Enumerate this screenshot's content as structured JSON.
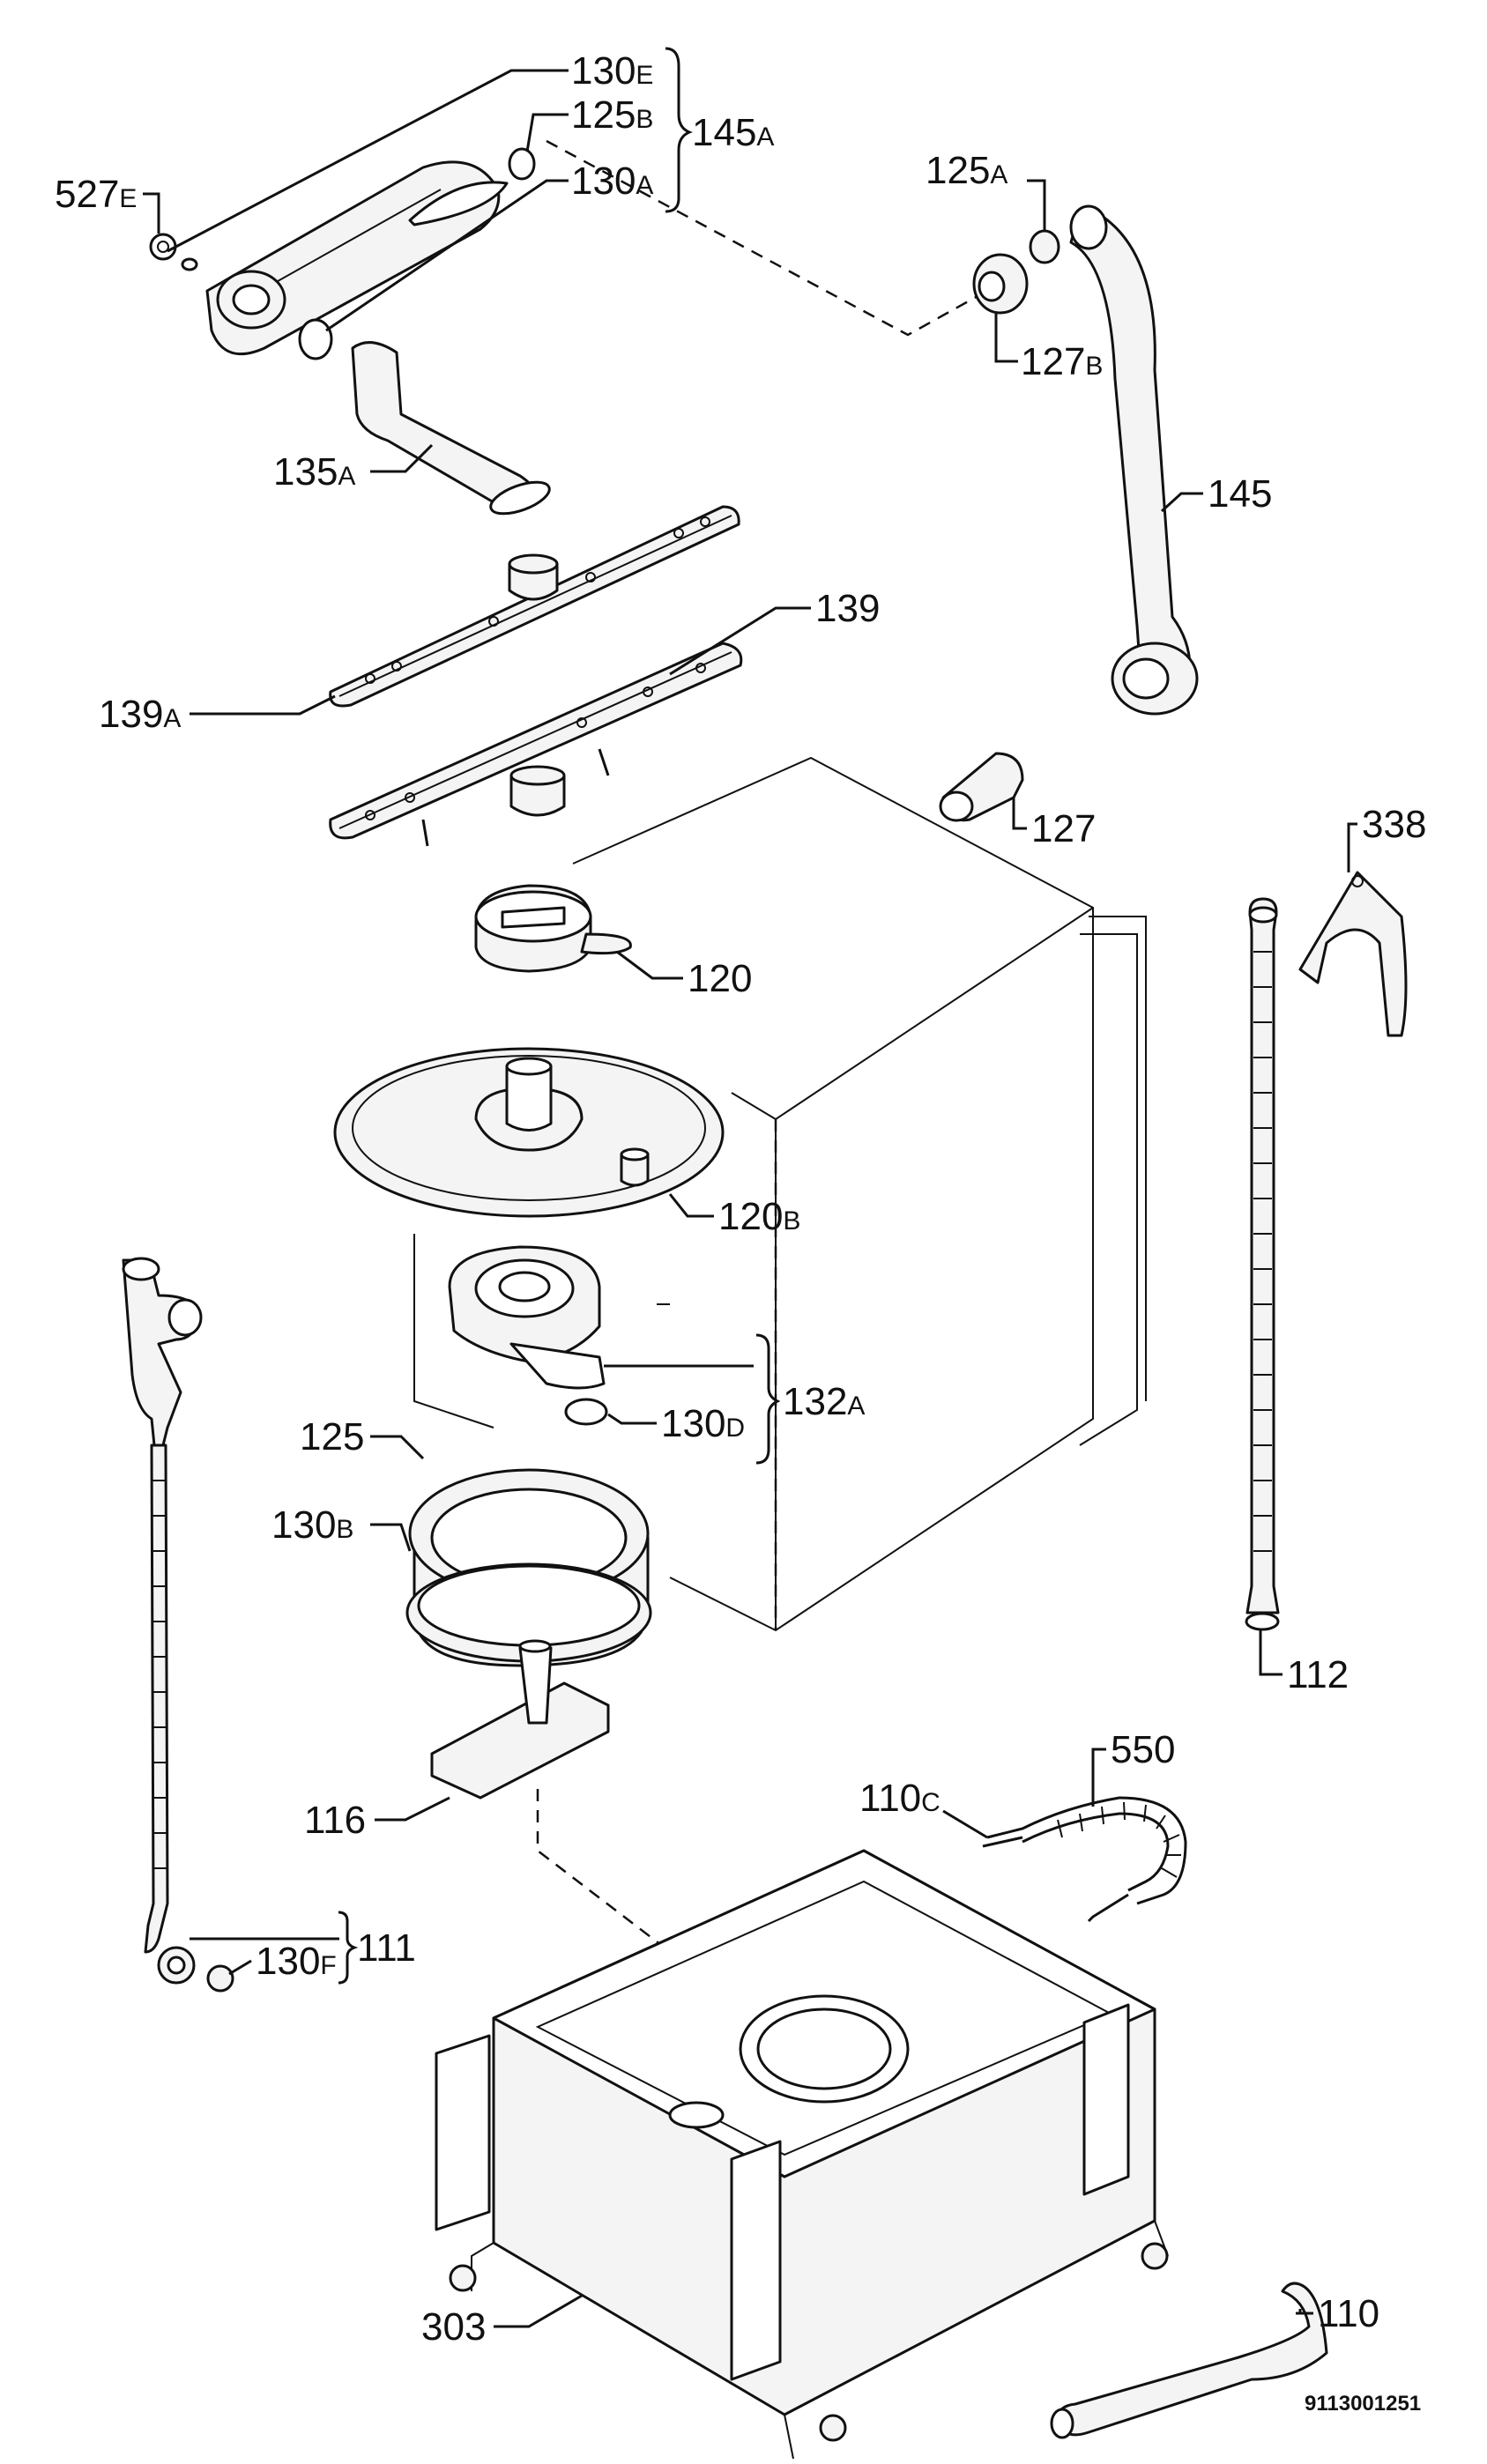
{
  "diagram": {
    "code": "9113001251",
    "labels": {
      "l130E": {
        "num": "130",
        "suf": "E"
      },
      "l125B": {
        "num": "125",
        "suf": "B"
      },
      "l145A": {
        "num": "145",
        "suf": "A"
      },
      "l130A": {
        "num": "130",
        "suf": "A"
      },
      "l527E": {
        "num": "527",
        "suf": "E"
      },
      "l125A": {
        "num": "125",
        "suf": "A"
      },
      "l127B": {
        "num": "127",
        "suf": "B"
      },
      "l135A": {
        "num": "135",
        "suf": "A"
      },
      "l145": {
        "num": "145",
        "suf": ""
      },
      "l139": {
        "num": "139",
        "suf": ""
      },
      "l139A": {
        "num": "139",
        "suf": "A"
      },
      "l127": {
        "num": "127",
        "suf": ""
      },
      "l338": {
        "num": "338",
        "suf": ""
      },
      "l120": {
        "num": "120",
        "suf": ""
      },
      "l120B": {
        "num": "120",
        "suf": "B"
      },
      "l132A": {
        "num": "132",
        "suf": "A"
      },
      "l130D": {
        "num": "130",
        "suf": "D"
      },
      "l125": {
        "num": "125",
        "suf": ""
      },
      "l130B": {
        "num": "130",
        "suf": "B"
      },
      "l112": {
        "num": "112",
        "suf": ""
      },
      "l550": {
        "num": "550",
        "suf": ""
      },
      "l110C": {
        "num": "110",
        "suf": "C"
      },
      "l116": {
        "num": "116",
        "suf": ""
      },
      "l111": {
        "num": "111",
        "suf": ""
      },
      "l130F": {
        "num": "130",
        "suf": "F"
      },
      "l110": {
        "num": "110",
        "suf": ""
      },
      "l303": {
        "num": "303",
        "suf": ""
      }
    }
  }
}
